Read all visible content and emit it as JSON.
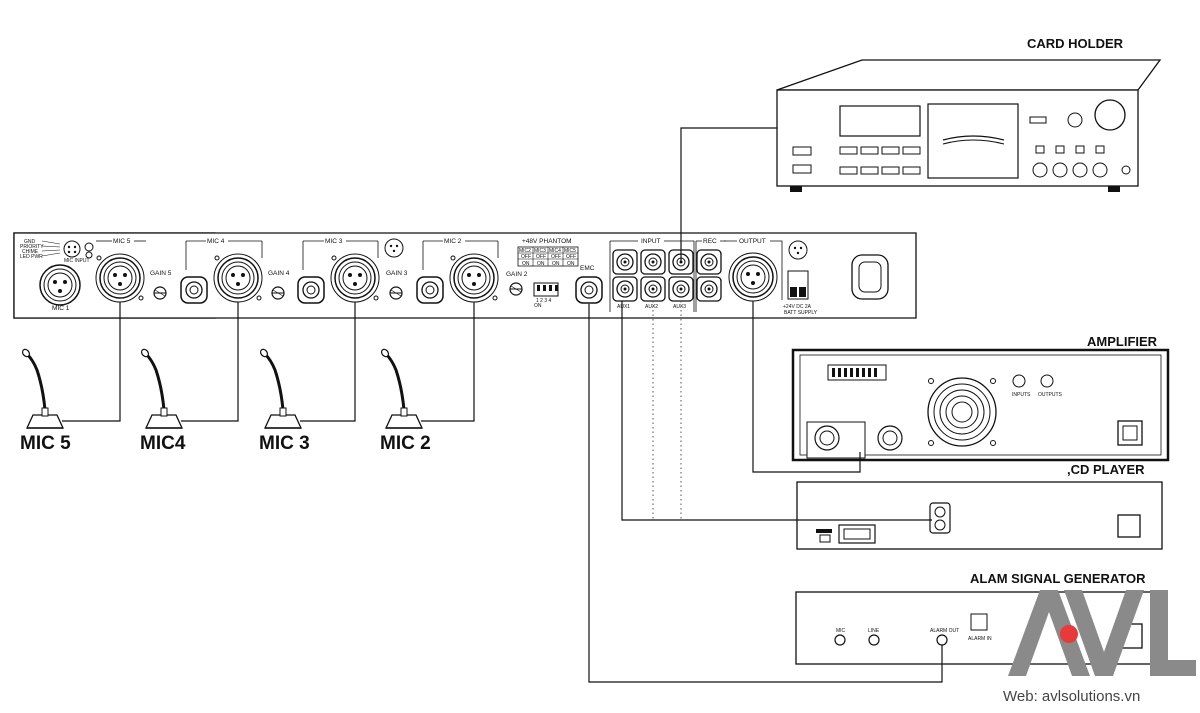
{
  "devices": {
    "card_holder": "CARD HOLDER",
    "amplifier": "AMPLIFIER",
    "cd_player": ",CD PLAYER",
    "alarm": "ALAM SIGNAL GENERATOR"
  },
  "mic_labels": [
    "MIC 5",
    "MIC4",
    "MIC 3",
    "MIC 2"
  ],
  "mixer": {
    "mic1": "MIC 1",
    "mic5": "MIC 5",
    "mic4": "MIC 4",
    "mic3": "MIC 3",
    "mic2": "MIC 2",
    "gain5": "GAIN 5",
    "gain4": "GAIN 4",
    "gain3": "GAIN 3",
    "gain2": "GAIN 2",
    "phantom": "+48V  PHANTOM",
    "phantom_cols": [
      "MIC2",
      "MIC3",
      "MIC4",
      "MIC5"
    ],
    "off": "OFF",
    "on": "ON",
    "dip": "1 2 3 4",
    "dip_on": "ON",
    "emc": "EMC",
    "input": "INPUT",
    "rec": "REC",
    "output": "OUTPUT",
    "aux1": "AUX1",
    "aux2": "AUX2",
    "aux3": "AUX3",
    "gnd": "GND",
    "priority": "PRIORITY",
    "chime": "CHIME",
    "led_pwr": "LED PWR",
    "mic_input": "MIC INPUT",
    "batt": "+24V DC 2A",
    "batt_supply": "BATT SUPPLY"
  },
  "amp_labels": {
    "inputs": "INPUTS",
    "outputs": "OUTPUTS"
  },
  "alarm_labels": {
    "mic": "MIC",
    "line": "LINE",
    "alarm_out": "ALARM OUT",
    "alarm_in": "ALARM IN"
  },
  "logo": {
    "text": "AVL",
    "accent": "#e83a3a",
    "gray": "#8a8a8a"
  },
  "website": "Web: avlsolutions.vn",
  "colors": {
    "line": "#111111",
    "logo_gray": "#8a8a8a",
    "logo_red": "#e83a3a"
  }
}
